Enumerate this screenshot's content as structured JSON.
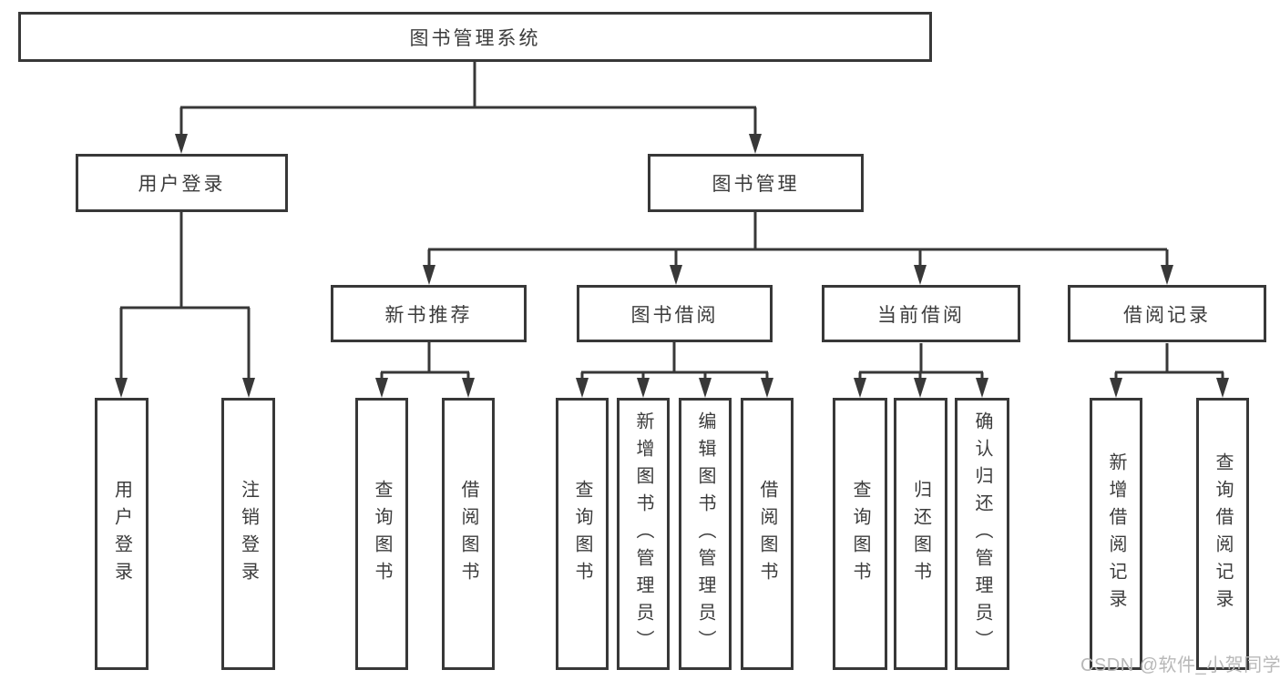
{
  "diagram": {
    "nodes": {
      "root": "图书管理系统",
      "user_login": "用户登录",
      "book_mgmt": "图书管理",
      "new_books": "新书推荐",
      "book_borrow": "图书借阅",
      "current_borrow": "当前借阅",
      "borrow_records": "借阅记录",
      "leaf_user_login": "用户登录",
      "leaf_logout": "注销登录",
      "leaf_nb_query": "查询图书",
      "leaf_nb_borrow": "借阅图书",
      "leaf_bb_query": "查询图书",
      "leaf_bb_add": "新增图书（管理员）",
      "leaf_bb_edit": "编辑图书（管理员）",
      "leaf_bb_borrow": "借阅图书",
      "leaf_cb_query": "查询图书",
      "leaf_cb_return": "归还图书",
      "leaf_cb_confirm": "确认归还（管理员）",
      "leaf_br_add": "新增借阅记录",
      "leaf_br_query": "查询借阅记录"
    },
    "hierarchy": {
      "图书管理系统": {
        "用户登录": [
          "用户登录",
          "注销登录"
        ],
        "图书管理": {
          "新书推荐": [
            "查询图书",
            "借阅图书"
          ],
          "图书借阅": [
            "查询图书",
            "新增图书（管理员）",
            "编辑图书（管理员）",
            "借阅图书"
          ],
          "当前借阅": [
            "查询图书",
            "归还图书",
            "确认归还（管理员）"
          ],
          "借阅记录": [
            "新增借阅记录",
            "查询借阅记录"
          ]
        }
      }
    },
    "watermark": "CSDN @软件_小贺同学",
    "colors": {
      "line": "#383838",
      "text": "#3c3c3c",
      "watermark": "#b8b8b8",
      "background": "#ffffff"
    }
  }
}
